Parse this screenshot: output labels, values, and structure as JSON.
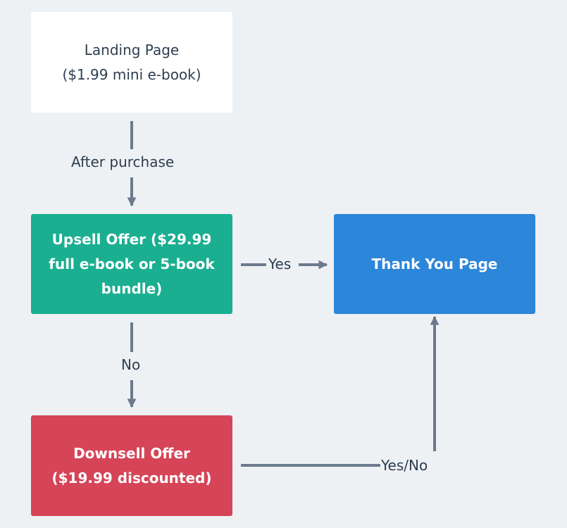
{
  "nodes": {
    "landing": {
      "label": "Landing Page\n($1.99 mini e-book)",
      "color": "#ffffff"
    },
    "upsell": {
      "label": "Upsell Offer ($29.99\nfull e-book or 5-book\nbundle)",
      "color": "#1aaf91"
    },
    "thank_you": {
      "label": "Thank You Page",
      "color": "#2c86d9"
    },
    "downsell": {
      "label": "Downsell Offer\n($19.99 discounted)",
      "color": "#d64457"
    }
  },
  "edges": {
    "landing_to_upsell": "After purchase",
    "upsell_to_thank_you": "Yes",
    "upsell_to_downsell": "No",
    "downsell_to_thank_you": "Yes/No"
  },
  "connector_color": "#6b7a8c"
}
